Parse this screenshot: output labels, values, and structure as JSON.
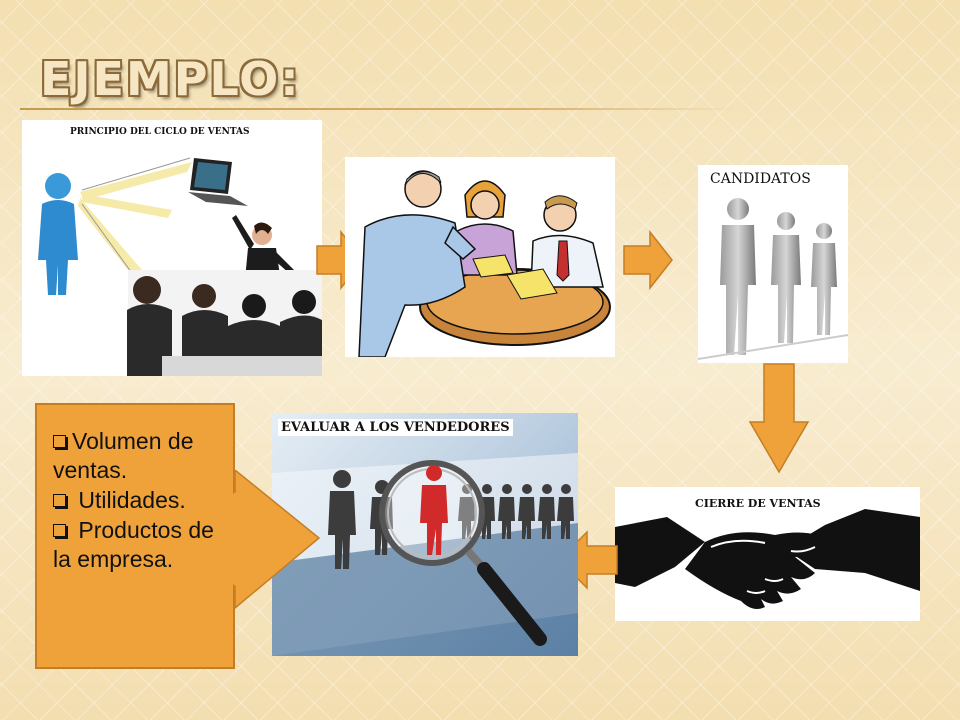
{
  "slide": {
    "title": "EJEMPLO:"
  },
  "panels": {
    "principio": {
      "title": "PRINCIPIO DEL CICLO DE VENTAS"
    },
    "reunion": {
      "title": ""
    },
    "candidatos": {
      "title": "CANDIDATOS"
    },
    "evaluar": {
      "title": "EVALUAR A LOS VENDEDORES"
    },
    "cierre": {
      "title": "CIERRE DE VENTAS"
    }
  },
  "criteria": {
    "items": [
      {
        "label": "Volumen de ventas."
      },
      {
        "label": " Utilidades."
      },
      {
        "label": " Productos de la empresa."
      }
    ]
  },
  "colors": {
    "arrow_fill": "#f0a23a",
    "arrow_stroke": "#c57d25",
    "background": "#f6e6bf",
    "title_outline": "#8a6a3a"
  }
}
